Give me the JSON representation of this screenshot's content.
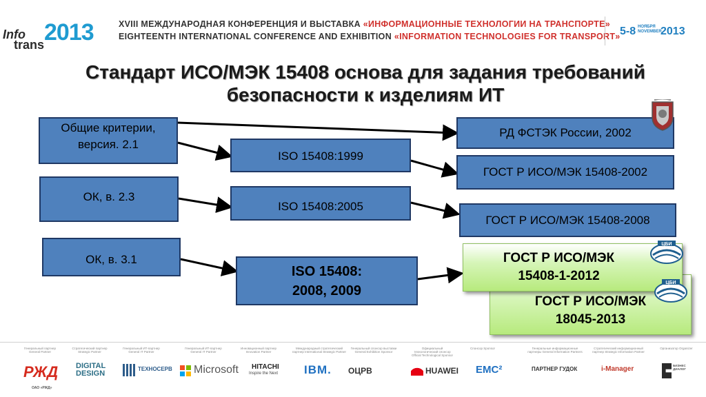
{
  "header": {
    "logo_info": "Info",
    "logo_year": "2013",
    "logo_trans": "trans",
    "line1_main": "XVIII МЕЖДУНАРОДНАЯ КОНФЕРЕНЦИЯ И ВЫСТАВКА ",
    "line1_accent": "«ИНФОРМАЦИОННЫЕ ТЕХНОЛОГИИ НА ТРАНСПОРТЕ»",
    "line2_main": "EIGHTEENTH INTERNATIONAL CONFERENCE AND EXHIBITION ",
    "line2_accent": "«INFORMATION TECHNOLOGIES FOR TRANSPORT»",
    "date_days": "5-8",
    "date_month_ru": "НОЯБРЯ",
    "date_month_en": "NOVEMBER",
    "date_year": "2013"
  },
  "slide": {
    "title_line1": "Стандарт ИСО/МЭК 15408 основа для задания требований",
    "title_line2": "безопасности к изделиям ИТ"
  },
  "boxes": {
    "common_criteria_l1": "Общие критерии,",
    "common_criteria_l2": "версия. 2.1",
    "ok_23": "ОК, в. 2.3",
    "ok_31": "ОК, в. 3.1",
    "iso_1999": "ISO 15408:1999",
    "iso_2005": "ISO 15408:2005",
    "iso_2008_l1": "ISO 15408:",
    "iso_2008_l2": "2008, 2009",
    "rd_fstek": "РД ФСТЭК России, 2002",
    "gost_2002": "ГОСТ Р ИСО/МЭК 15408-2002",
    "gost_2008": "ГОСТ Р ИСО/МЭК 15408-2008",
    "gost_2012_l1": "ГОСТ Р ИСО/МЭК",
    "gost_2012_l2": "15408-1-2012",
    "gost_18045_l1": "ГОСТ Р ИСО/МЭК",
    "gost_18045_l2": "18045-2013"
  },
  "emblems": {
    "cbi_label": "ЦБИ"
  },
  "sponsors": [
    {
      "caption": "Генеральный партнер General Partner",
      "name": "РЖД",
      "sub": "ОАО «РЖД»"
    },
    {
      "caption": "Стратегический партнер Strategic Partner",
      "name": "DIGITAL DESIGN"
    },
    {
      "caption": "Генеральный ИТ-партнер General IT Partner",
      "name": "ТЕХНОСЕРВ"
    },
    {
      "caption": "Генеральный ИТ-партнер General IT Partner",
      "name": "Microsoft"
    },
    {
      "caption": "Инновационный партнер Innovation Partner",
      "name": "HITACHI",
      "sub": "Inspire the Next"
    },
    {
      "caption": "Международный стратегический партнер International Strategic Partner",
      "name": "IBM."
    },
    {
      "caption": "Генеральный спонсор выставки General Exhibition Sponsor",
      "name": "ОЦРВ"
    },
    {
      "caption": "Официальный технологический спонсор Official Technological Sponsor",
      "name": "HUAWEI"
    },
    {
      "caption": "Спонсор Sponsor",
      "name": "EMC²"
    },
    {
      "caption": "Генеральные информационные партнеры General Information Partners",
      "name": "ПАРТНЕР  ГУДОК"
    },
    {
      "caption": "Стратегический информационный партнер Strategic Information Partner",
      "name": "i-Manager"
    },
    {
      "caption": "Организатор Organizer",
      "name": "БИЗНЕС ДИАЛОГ"
    }
  ],
  "colors": {
    "box_fill": "#4f81bd",
    "box_border": "#1f3864",
    "accent_red": "#d0312d",
    "accent_blue": "#1f9bd1"
  }
}
